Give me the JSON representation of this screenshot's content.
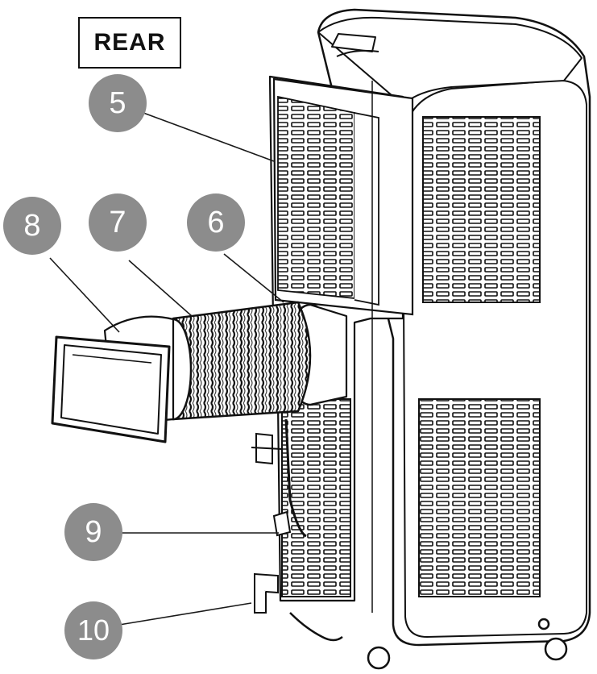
{
  "header": {
    "view_label": "REAR"
  },
  "callouts": {
    "c5": "5",
    "c6": "6",
    "c7": "7",
    "c8": "8",
    "c9": "9",
    "c10": "10"
  },
  "colors": {
    "callout": "#8c8c8c",
    "line": "#1a1a1a",
    "body": "#ffffff"
  }
}
